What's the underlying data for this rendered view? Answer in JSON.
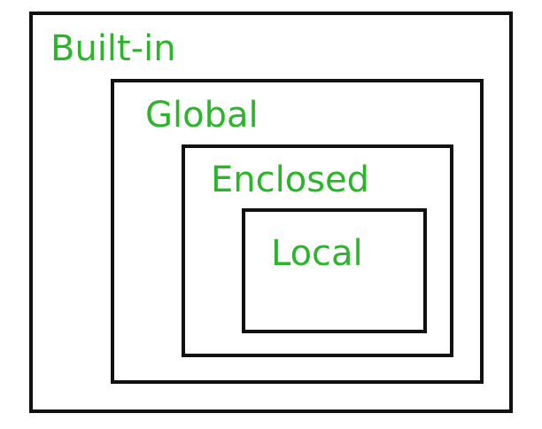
{
  "scopes": {
    "builtin": "Built-in",
    "global": "Global",
    "enclosed": "Enclosed",
    "local": "Local"
  },
  "colors": {
    "label": "#2bb52b",
    "border": "#111111",
    "background": "#ffffff"
  }
}
